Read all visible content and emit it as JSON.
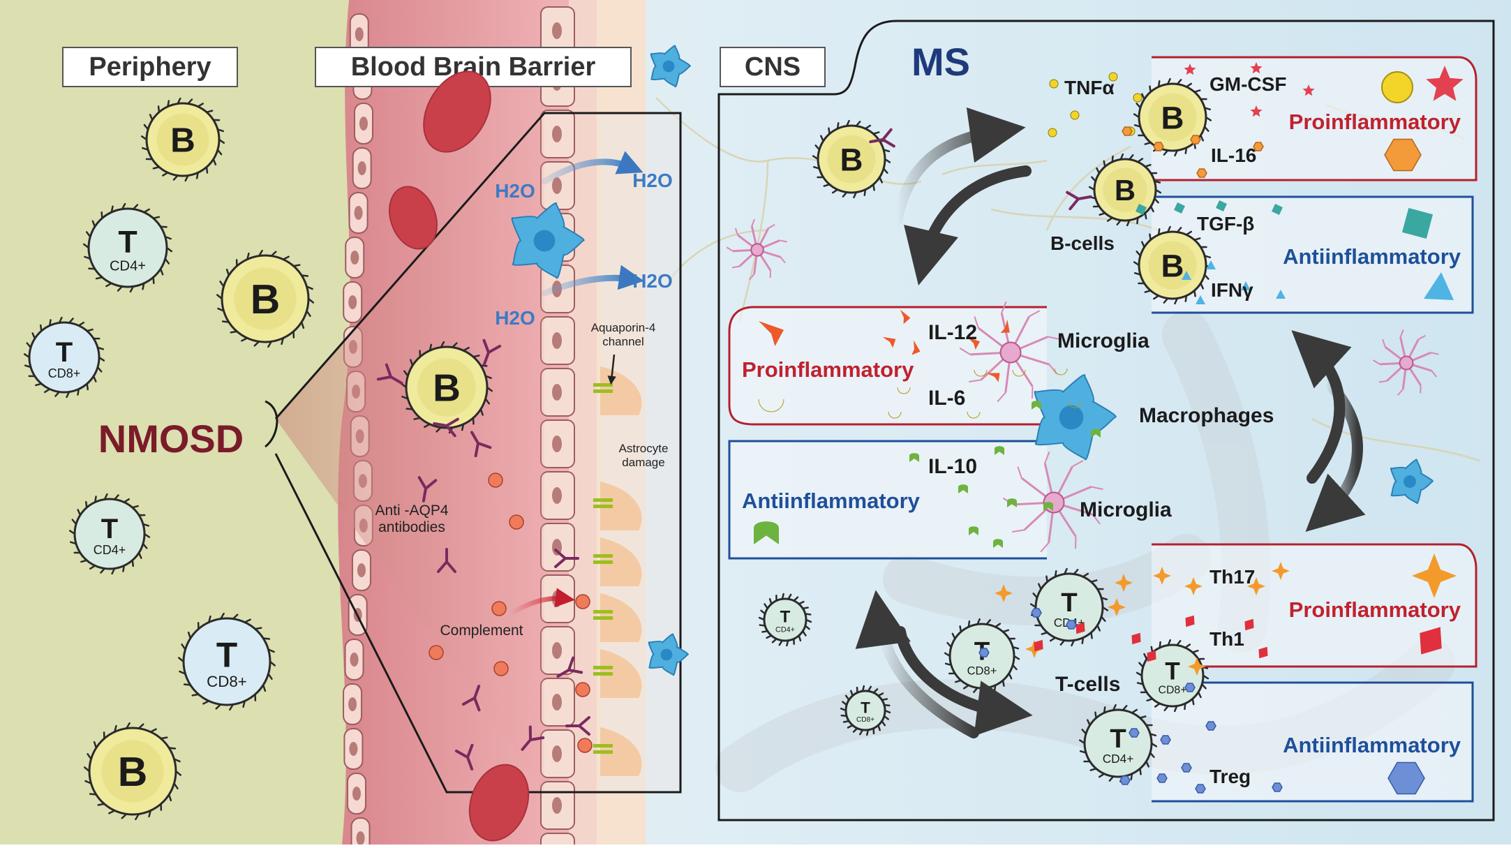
{
  "colors": {
    "periphery": "#dcdfb0",
    "vessel": "#e79a9f",
    "cns": "#dfeef5",
    "ms_title": "#1f3a7a",
    "nmosd_title": "#7a1b2a",
    "pro_border": "#b51f2e",
    "anti_border": "#1f4f9a",
    "pro_text": "#c0212f",
    "anti_text": "#1f4f9a",
    "b_cell": "#f0ea9c",
    "t_cell": "#d8ebe2",
    "t_cell_blue": "#d9ecf5",
    "arrow": "#3a3a3a"
  },
  "headers": {
    "periphery": "Periphery",
    "bbb": "Blood Brain Barrier",
    "cns": "CNS",
    "ms": "MS",
    "nmosd": "NMOSD"
  },
  "cell_letters": {
    "b": "B",
    "t": "T",
    "cd4": "CD4+",
    "cd8": "CD8+"
  },
  "nmosd": {
    "h2o": "H2O",
    "aqp4_line1": "Aquaporin-4",
    "aqp4_line2": "channel",
    "astro_line1": "Astrocyte",
    "astro_line2": "damage",
    "anti_line1": "Anti -AQP4",
    "anti_line2": "antibodies",
    "complement": "Complement"
  },
  "ms": {
    "tnfa": "TNFα",
    "gmcsf": "GM-CSF",
    "il16": "IL-16",
    "tgfb": "TGF-β",
    "ifng": "IFNγ",
    "bcells": "B-cells",
    "il12": "IL-12",
    "il6": "IL-6",
    "il10": "IL-10",
    "microglia": "Microglia",
    "macrophages": "Macrophages",
    "th17": "Th17",
    "th1": "Th1",
    "tcells": "T-cells",
    "treg": "Treg",
    "proinflammatory": "Proinflammatory",
    "antiinflammatory": "Antiinflammatory"
  }
}
